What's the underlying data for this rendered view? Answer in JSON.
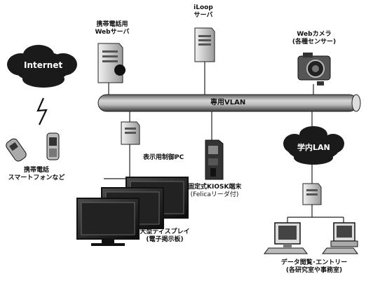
{
  "nodes": {
    "internet": "Internet",
    "mobile_server": [
      "携帯電話用",
      "Webサーバ"
    ],
    "iloop_server": [
      "iLoop",
      "サーバ"
    ],
    "web_camera": [
      "Webカメラ",
      "(各種センサー)"
    ],
    "vlan": "専用VLAN",
    "phones": [
      "携帯電話",
      "スマートフォンなど"
    ],
    "display_pc": "表示用制御PC",
    "kiosk": [
      "固定式KIOSK端末",
      "(Felicaリーダ付)"
    ],
    "campus_lan": "学内LAN",
    "large_display": [
      "大型ディスプレイ",
      "(電子掲示板)"
    ],
    "clients": [
      "データ閲覧･エントリー",
      "(各研究室や事務室)"
    ]
  }
}
